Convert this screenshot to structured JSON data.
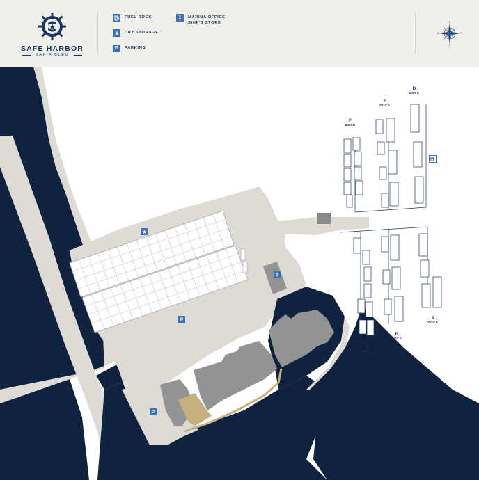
{
  "header": {
    "brand_title": "SAFE HARBOR",
    "brand_subtitle": "BAHIA BLEU"
  },
  "legend": [
    {
      "icon": "fuel-pump-icon",
      "label": "FUEL DOCK"
    },
    {
      "icon": "star-icon",
      "label": "DRY STORAGE"
    },
    {
      "icon": "parking-icon",
      "glyph": "P",
      "label": "PARKING"
    },
    {
      "icon": "number-1-icon",
      "glyph": "1",
      "label_line1": "MARINA OFFICE",
      "label_line2": "SHIP'S STORE"
    }
  ],
  "compass": {
    "n": "N",
    "e": "E",
    "s": "S",
    "w": "W"
  },
  "docks": [
    {
      "letter": "A",
      "word": "DOCK"
    },
    {
      "letter": "B",
      "word": "DOCK"
    },
    {
      "letter": "C",
      "word": "DOCK"
    },
    {
      "letter": "D",
      "word": "DOCK"
    },
    {
      "letter": "E",
      "word": "DOCK"
    },
    {
      "letter": "F",
      "word": "DOCK"
    }
  ],
  "map_markers": {
    "parking_glyph": "P",
    "office_glyph": "1"
  },
  "colors": {
    "water": "#0f2340",
    "land": "#dedbd5",
    "building": "#939393",
    "highlight_building": "#c8b07e",
    "accent": "#3a73b6",
    "header_bg": "#f0efec",
    "brand_navy": "#1a3560"
  }
}
